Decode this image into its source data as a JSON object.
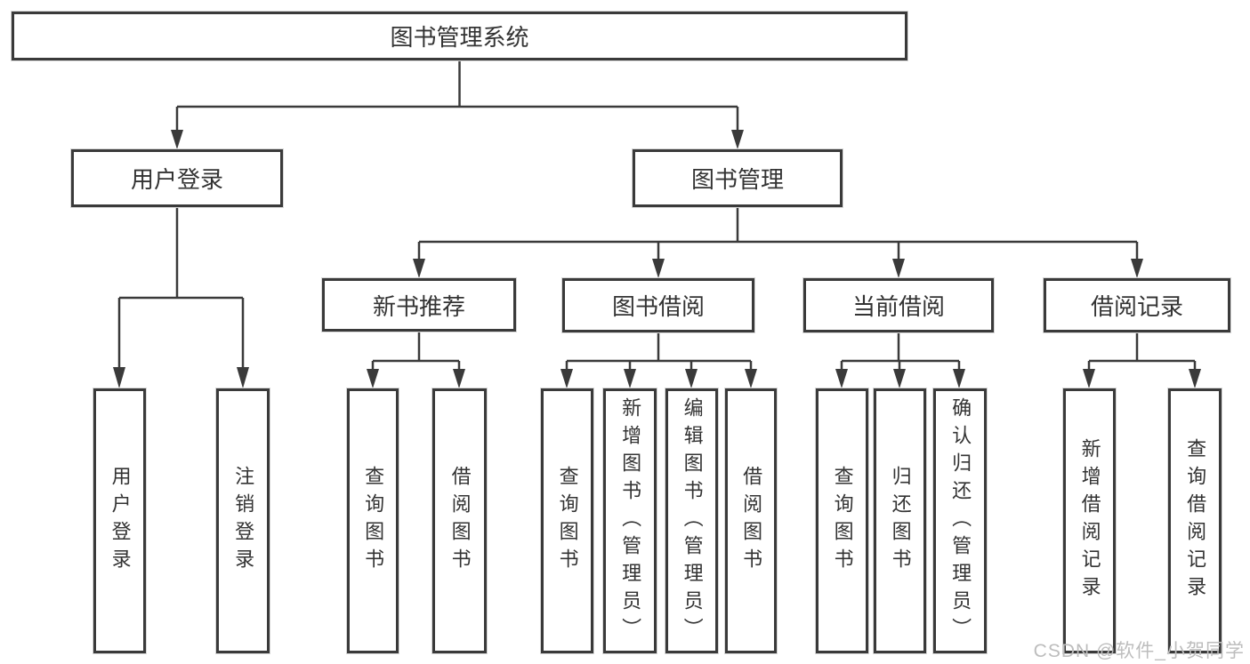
{
  "diagram": {
    "root": {
      "label": "图书管理系统"
    },
    "branches": {
      "user_login": {
        "label": "用户登录",
        "children": [
          {
            "label": "用户登录"
          },
          {
            "label": "注销登录"
          }
        ]
      },
      "book_mgmt": {
        "label": "图书管理",
        "sections": [
          {
            "label": "新书推荐",
            "children": [
              {
                "label": "查询图书"
              },
              {
                "label": "借阅图书"
              }
            ]
          },
          {
            "label": "图书借阅",
            "children": [
              {
                "label": "查询图书"
              },
              {
                "label": "新增图书（管理员）"
              },
              {
                "label": "编辑图书（管理员）"
              },
              {
                "label": "借阅图书"
              }
            ]
          },
          {
            "label": "当前借阅",
            "children": [
              {
                "label": "查询图书"
              },
              {
                "label": "归还图书"
              },
              {
                "label": "确认归还（管理员）"
              }
            ]
          },
          {
            "label": "借阅记录",
            "children": [
              {
                "label": "新增借阅记录"
              },
              {
                "label": "查询借阅记录"
              }
            ]
          }
        ]
      }
    },
    "watermark": "CSDN @软件_小贺同学",
    "colors": {
      "line": "#3a3a3a",
      "box_border": "#3a3a3a",
      "text": "#333333",
      "watermark": "#bdbdbd",
      "background": "#ffffff"
    }
  }
}
